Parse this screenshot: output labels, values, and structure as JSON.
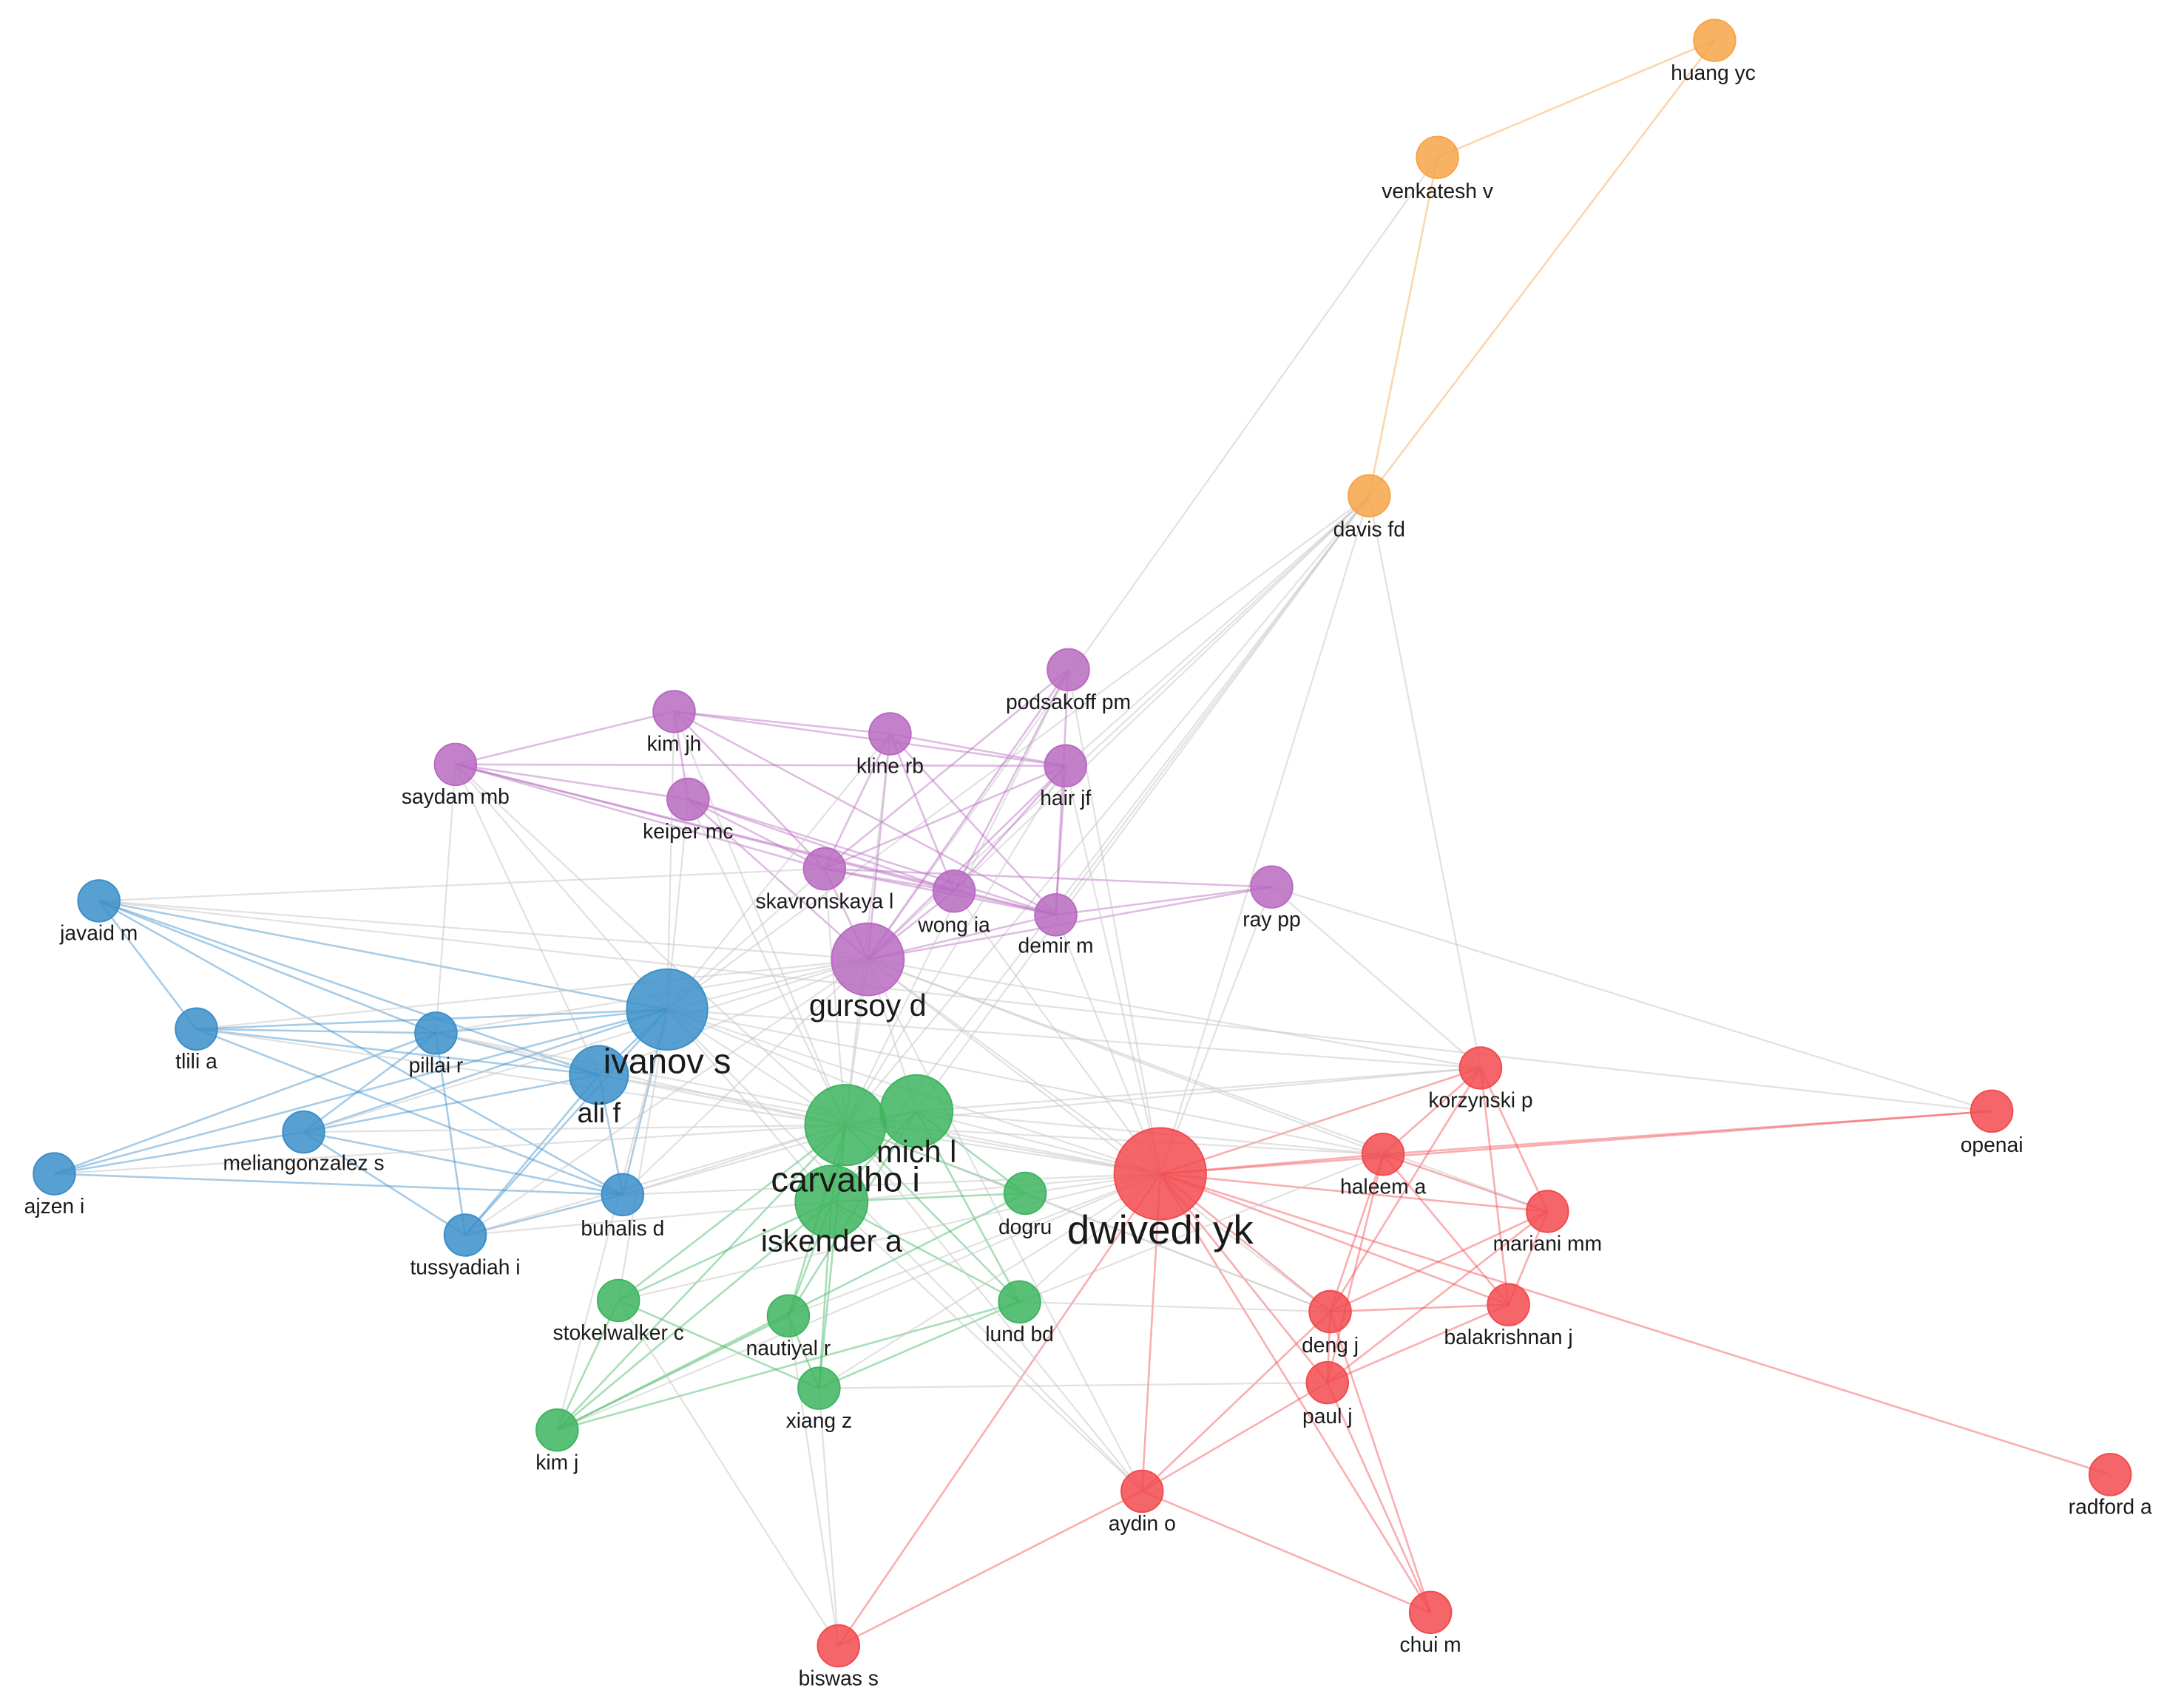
{
  "legend_colors": {
    "red": "#f24b4f",
    "green": "#3eb55f",
    "blue": "#3b8fc9",
    "purple": "#b86bc1",
    "orange": "#f7a449",
    "grey_edge": "#c8c8c8"
  },
  "nodes": [
    {
      "id": "huang_yc",
      "label": "huang yc",
      "cluster": "orange",
      "weight": 1
    },
    {
      "id": "venkatesh_v",
      "label": "venkatesh v",
      "cluster": "orange",
      "weight": 1
    },
    {
      "id": "davis_fd",
      "label": "davis fd",
      "cluster": "orange",
      "weight": 1
    },
    {
      "id": "podsakoff_pm",
      "label": "podsakoff pm",
      "cluster": "purple",
      "weight": 1
    },
    {
      "id": "kim_jh",
      "label": "kim jh",
      "cluster": "purple",
      "weight": 1
    },
    {
      "id": "kline_rb",
      "label": "kline rb",
      "cluster": "purple",
      "weight": 1
    },
    {
      "id": "hair_jf",
      "label": "hair jf",
      "cluster": "purple",
      "weight": 1
    },
    {
      "id": "saydam_mb",
      "label": "saydam mb",
      "cluster": "purple",
      "weight": 1
    },
    {
      "id": "keiper_mc",
      "label": "keiper mc",
      "cluster": "purple",
      "weight": 1
    },
    {
      "id": "skavronskaya_l",
      "label": "skavronskaya l",
      "cluster": "purple",
      "weight": 1
    },
    {
      "id": "wong_ia",
      "label": "wong ia",
      "cluster": "purple",
      "weight": 1
    },
    {
      "id": "ray_pp",
      "label": "ray pp",
      "cluster": "purple",
      "weight": 1
    },
    {
      "id": "demir_m",
      "label": "demir m",
      "cluster": "purple",
      "weight": 1
    },
    {
      "id": "gursoy_d",
      "label": "gursoy d",
      "cluster": "purple",
      "weight": 2
    },
    {
      "id": "javaid_m",
      "label": "javaid m",
      "cluster": "blue",
      "weight": 1
    },
    {
      "id": "ivanov_s",
      "label": "ivanov s",
      "cluster": "blue",
      "weight": 3
    },
    {
      "id": "tlili_a",
      "label": "tlili a",
      "cluster": "blue",
      "weight": 1
    },
    {
      "id": "pillai_r",
      "label": "pillai r",
      "cluster": "blue",
      "weight": 1
    },
    {
      "id": "ali_f",
      "label": "ali f",
      "cluster": "blue",
      "weight": 1.5
    },
    {
      "id": "meliangonzalez_s",
      "label": "meliangonzalez s",
      "cluster": "blue",
      "weight": 1
    },
    {
      "id": "ajzen_i",
      "label": "ajzen i",
      "cluster": "blue",
      "weight": 1
    },
    {
      "id": "buhalis_d",
      "label": "buhalis d",
      "cluster": "blue",
      "weight": 1
    },
    {
      "id": "tussyadiah_i",
      "label": "tussyadiah i",
      "cluster": "blue",
      "weight": 1
    },
    {
      "id": "carvalho_i",
      "label": "carvalho i",
      "cluster": "green",
      "weight": 3
    },
    {
      "id": "mich_l",
      "label": "mich l",
      "cluster": "green",
      "weight": 2
    },
    {
      "id": "iskender_a",
      "label": "iskender a",
      "cluster": "green",
      "weight": 2
    },
    {
      "id": "dogru",
      "label": "dogru",
      "cluster": "green",
      "weight": 1
    },
    {
      "id": "stokelwalker_c",
      "label": "stokelwalker c",
      "cluster": "green",
      "weight": 1
    },
    {
      "id": "nautiyal_r",
      "label": "nautiyal r",
      "cluster": "green",
      "weight": 1
    },
    {
      "id": "lund_bd",
      "label": "lund bd",
      "cluster": "green",
      "weight": 1
    },
    {
      "id": "xiang_z",
      "label": "xiang z",
      "cluster": "green",
      "weight": 1
    },
    {
      "id": "kim_j",
      "label": "kim j",
      "cluster": "green",
      "weight": 1
    },
    {
      "id": "dwivedi_yk",
      "label": "dwivedi yk",
      "cluster": "red",
      "weight": 4
    },
    {
      "id": "korzynski_p",
      "label": "korzynski p",
      "cluster": "red",
      "weight": 1
    },
    {
      "id": "openai",
      "label": "openai",
      "cluster": "red",
      "weight": 1
    },
    {
      "id": "haleem_a",
      "label": "haleem a",
      "cluster": "red",
      "weight": 1
    },
    {
      "id": "mariani_mm",
      "label": "mariani mm",
      "cluster": "red",
      "weight": 1
    },
    {
      "id": "deng_j",
      "label": "deng j",
      "cluster": "red",
      "weight": 1
    },
    {
      "id": "balakrishnan_j",
      "label": "balakrishnan j",
      "cluster": "red",
      "weight": 1
    },
    {
      "id": "paul_j",
      "label": "paul j",
      "cluster": "red",
      "weight": 1
    },
    {
      "id": "aydin_o",
      "label": "aydin o",
      "cluster": "red",
      "weight": 1
    },
    {
      "id": "radford_a",
      "label": "radford a",
      "cluster": "red",
      "weight": 1
    },
    {
      "id": "chui_m",
      "label": "chui m",
      "cluster": "red",
      "weight": 1
    },
    {
      "id": "biswas_s",
      "label": "biswas s",
      "cluster": "red",
      "weight": 1
    }
  ],
  "edges": [
    [
      "huang_yc",
      "venkatesh_v"
    ],
    [
      "huang_yc",
      "davis_fd"
    ],
    [
      "venkatesh_v",
      "davis_fd"
    ],
    [
      "venkatesh_v",
      "gursoy_d"
    ],
    [
      "davis_fd",
      "gursoy_d"
    ],
    [
      "davis_fd",
      "dwivedi_yk"
    ],
    [
      "davis_fd",
      "carvalho_i"
    ],
    [
      "davis_fd",
      "ivanov_s"
    ],
    [
      "davis_fd",
      "korzynski_p"
    ],
    [
      "davis_fd",
      "demir_m"
    ],
    [
      "davis_fd",
      "wong_ia"
    ],
    [
      "podsakoff_pm",
      "skavronskaya_l"
    ],
    [
      "podsakoff_pm",
      "wong_ia"
    ],
    [
      "podsakoff_pm",
      "gursoy_d"
    ],
    [
      "podsakoff_pm",
      "demir_m"
    ],
    [
      "kim_jh",
      "saydam_mb"
    ],
    [
      "kim_jh",
      "keiper_mc"
    ],
    [
      "kim_jh",
      "skavronskaya_l"
    ],
    [
      "kim_jh",
      "kline_rb"
    ],
    [
      "kim_jh",
      "hair_jf"
    ],
    [
      "kim_jh",
      "demir_m"
    ],
    [
      "kline_rb",
      "hair_jf"
    ],
    [
      "kline_rb",
      "wong_ia"
    ],
    [
      "kline_rb",
      "gursoy_d"
    ],
    [
      "kline_rb",
      "demir_m"
    ],
    [
      "kline_rb",
      "skavronskaya_l"
    ],
    [
      "hair_jf",
      "demir_m"
    ],
    [
      "hair_jf",
      "wong_ia"
    ],
    [
      "hair_jf",
      "gursoy_d"
    ],
    [
      "hair_jf",
      "skavronskaya_l"
    ],
    [
      "saydam_mb",
      "keiper_mc"
    ],
    [
      "saydam_mb",
      "skavronskaya_l"
    ],
    [
      "saydam_mb",
      "wong_ia"
    ],
    [
      "saydam_mb",
      "demir_m"
    ],
    [
      "saydam_mb",
      "hair_jf"
    ],
    [
      "keiper_mc",
      "skavronskaya_l"
    ],
    [
      "keiper_mc",
      "gursoy_d"
    ],
    [
      "keiper_mc",
      "wong_ia"
    ],
    [
      "keiper_mc",
      "demir_m"
    ],
    [
      "skavronskaya_l",
      "gursoy_d"
    ],
    [
      "skavronskaya_l",
      "wong_ia"
    ],
    [
      "skavronskaya_l",
      "ray_pp"
    ],
    [
      "skavronskaya_l",
      "demir_m"
    ],
    [
      "wong_ia",
      "demir_m"
    ],
    [
      "wong_ia",
      "gursoy_d"
    ],
    [
      "ray_pp",
      "demir_m"
    ],
    [
      "ray_pp",
      "gursoy_d"
    ],
    [
      "demir_m",
      "gursoy_d"
    ],
    [
      "javaid_m",
      "ivanov_s"
    ],
    [
      "javaid_m",
      "ali_f"
    ],
    [
      "javaid_m",
      "tlili_a"
    ],
    [
      "javaid_m",
      "pillai_r"
    ],
    [
      "javaid_m",
      "buhalis_d"
    ],
    [
      "javaid_m",
      "skavronskaya_l"
    ],
    [
      "tlili_a",
      "ivanov_s"
    ],
    [
      "tlili_a",
      "pillai_r"
    ],
    [
      "tlili_a",
      "ali_f"
    ],
    [
      "tlili_a",
      "buhalis_d"
    ],
    [
      "pillai_r",
      "ivanov_s"
    ],
    [
      "pillai_r",
      "ali_f"
    ],
    [
      "pillai_r",
      "meliangonzalez_s"
    ],
    [
      "pillai_r",
      "tussyadiah_i"
    ],
    [
      "ivanov_s",
      "ali_f"
    ],
    [
      "ivanov_s",
      "meliangonzalez_s"
    ],
    [
      "ivanov_s",
      "buhalis_d"
    ],
    [
      "ivanov_s",
      "tussyadiah_i"
    ],
    [
      "ali_f",
      "meliangonzalez_s"
    ],
    [
      "ali_f",
      "buhalis_d"
    ],
    [
      "ali_f",
      "tussyadiah_i"
    ],
    [
      "meliangonzalez_s",
      "ajzen_i"
    ],
    [
      "meliangonzalez_s",
      "buhalis_d"
    ],
    [
      "meliangonzalez_s",
      "tussyadiah_i"
    ],
    [
      "ajzen_i",
      "ivanov_s"
    ],
    [
      "ajzen_i",
      "buhalis_d"
    ],
    [
      "ajzen_i",
      "pillai_r"
    ],
    [
      "buhalis_d",
      "tussyadiah_i"
    ],
    [
      "ivanov_s",
      "gursoy_d"
    ],
    [
      "ivanov_s",
      "carvalho_i"
    ],
    [
      "ivanov_s",
      "dwivedi_yk"
    ],
    [
      "ivanov_s",
      "mich_l"
    ],
    [
      "ivanov_s",
      "iskender_a"
    ],
    [
      "ali_f",
      "carvalho_i"
    ],
    [
      "ali_f",
      "gursoy_d"
    ],
    [
      "buhalis_d",
      "carvalho_i"
    ],
    [
      "tussyadiah_i",
      "carvalho_i"
    ],
    [
      "pillai_r",
      "gursoy_d"
    ],
    [
      "carvalho_i",
      "mich_l"
    ],
    [
      "carvalho_i",
      "iskender_a"
    ],
    [
      "carvalho_i",
      "dogru"
    ],
    [
      "carvalho_i",
      "stokelwalker_c"
    ],
    [
      "carvalho_i",
      "nautiyal_r"
    ],
    [
      "carvalho_i",
      "lund_bd"
    ],
    [
      "carvalho_i",
      "xiang_z"
    ],
    [
      "carvalho_i",
      "kim_j"
    ],
    [
      "mich_l",
      "iskender_a"
    ],
    [
      "mich_l",
      "dogru"
    ],
    [
      "mich_l",
      "lund_bd"
    ],
    [
      "mich_l",
      "nautiyal_r"
    ],
    [
      "iskender_a",
      "dogru"
    ],
    [
      "iskender_a",
      "stokelwalker_c"
    ],
    [
      "iskender_a",
      "nautiyal_r"
    ],
    [
      "iskender_a",
      "lund_bd"
    ],
    [
      "iskender_a",
      "xiang_z"
    ],
    [
      "iskender_a",
      "kim_j"
    ],
    [
      "stokelwalker_c",
      "kim_j"
    ],
    [
      "stokelwalker_c",
      "xiang_z"
    ],
    [
      "nautiyal_r",
      "xiang_z"
    ],
    [
      "nautiyal_r",
      "kim_j"
    ],
    [
      "lund_bd",
      "xiang_z"
    ],
    [
      "lund_bd",
      "kim_j"
    ],
    [
      "dogru",
      "kim_j"
    ],
    [
      "carvalho_i",
      "gursoy_d"
    ],
    [
      "carvalho_i",
      "dwivedi_yk"
    ],
    [
      "mich_l",
      "gursoy_d"
    ],
    [
      "mich_l",
      "dwivedi_yk"
    ],
    [
      "iskender_a",
      "dwivedi_yk"
    ],
    [
      "gursoy_d",
      "dwivedi_yk"
    ],
    [
      "dwivedi_yk",
      "korzynski_p"
    ],
    [
      "dwivedi_yk",
      "openai"
    ],
    [
      "dwivedi_yk",
      "haleem_a"
    ],
    [
      "dwivedi_yk",
      "mariani_mm"
    ],
    [
      "dwivedi_yk",
      "deng_j"
    ],
    [
      "dwivedi_yk",
      "balakrishnan_j"
    ],
    [
      "dwivedi_yk",
      "paul_j"
    ],
    [
      "dwivedi_yk",
      "aydin_o"
    ],
    [
      "dwivedi_yk",
      "radford_a"
    ],
    [
      "dwivedi_yk",
      "chui_m"
    ],
    [
      "dwivedi_yk",
      "biswas_s"
    ],
    [
      "korzynski_p",
      "haleem_a"
    ],
    [
      "korzynski_p",
      "mariani_mm"
    ],
    [
      "korzynski_p",
      "deng_j"
    ],
    [
      "korzynski_p",
      "balakrishnan_j"
    ],
    [
      "haleem_a",
      "openai"
    ],
    [
      "haleem_a",
      "mariani_mm"
    ],
    [
      "haleem_a",
      "deng_j"
    ],
    [
      "haleem_a",
      "paul_j"
    ],
    [
      "haleem_a",
      "balakrishnan_j"
    ],
    [
      "mariani_mm",
      "deng_j"
    ],
    [
      "mariani_mm",
      "balakrishnan_j"
    ],
    [
      "mariani_mm",
      "paul_j"
    ],
    [
      "deng_j",
      "balakrishnan_j"
    ],
    [
      "deng_j",
      "paul_j"
    ],
    [
      "deng_j",
      "aydin_o"
    ],
    [
      "deng_j",
      "chui_m"
    ],
    [
      "balakrishnan_j",
      "paul_j"
    ],
    [
      "paul_j",
      "aydin_o"
    ],
    [
      "paul_j",
      "chui_m"
    ],
    [
      "aydin_o",
      "chui_m"
    ],
    [
      "aydin_o",
      "biswas_s"
    ],
    [
      "gursoy_d",
      "korzynski_p"
    ],
    [
      "gursoy_d",
      "haleem_a"
    ],
    [
      "carvalho_i",
      "korzynski_p"
    ],
    [
      "carvalho_i",
      "haleem_a"
    ],
    [
      "ivanov_s",
      "korzynski_p"
    ],
    [
      "ivanov_s",
      "haleem_a"
    ],
    [
      "demir_m",
      "dwivedi_yk"
    ],
    [
      "wong_ia",
      "dwivedi_yk"
    ],
    [
      "ray_pp",
      "dwivedi_yk"
    ],
    [
      "ray_pp",
      "korzynski_p"
    ],
    [
      "skavronskaya_l",
      "carvalho_i"
    ],
    [
      "skavronskaya_l",
      "ivanov_s"
    ],
    [
      "saydam_mb",
      "ivanov_s"
    ],
    [
      "saydam_mb",
      "carvalho_i"
    ],
    [
      "saydam_mb",
      "ali_f"
    ],
    [
      "saydam_mb",
      "pillai_r"
    ],
    [
      "kim_jh",
      "ivanov_s"
    ],
    [
      "kim_jh",
      "carvalho_i"
    ],
    [
      "keiper_mc",
      "ivanov_s"
    ],
    [
      "keiper_mc",
      "carvalho_i"
    ],
    [
      "kline_rb",
      "carvalho_i"
    ],
    [
      "kline_rb",
      "ivanov_s"
    ],
    [
      "hair_jf",
      "carvalho_i"
    ],
    [
      "hair_jf",
      "dwivedi_yk"
    ],
    [
      "podsakoff_pm",
      "carvalho_i"
    ],
    [
      "podsakoff_pm",
      "dwivedi_yk"
    ],
    [
      "pillai_r",
      "carvalho_i"
    ],
    [
      "pillai_r",
      "dwivedi_yk"
    ],
    [
      "tlili_a",
      "carvalho_i"
    ],
    [
      "tlili_a",
      "gursoy_d"
    ],
    [
      "javaid_m",
      "gursoy_d"
    ],
    [
      "javaid_m",
      "openai"
    ],
    [
      "meliangonzalez_s",
      "carvalho_i"
    ],
    [
      "meliangonzalez_s",
      "gursoy_d"
    ],
    [
      "buhalis_d",
      "gursoy_d"
    ],
    [
      "buhalis_d",
      "dwivedi_yk"
    ],
    [
      "buhalis_d",
      "mich_l"
    ],
    [
      "tussyadiah_i",
      "gursoy_d"
    ],
    [
      "tussyadiah_i",
      "iskender_a"
    ],
    [
      "ajzen_i",
      "carvalho_i"
    ],
    [
      "stokelwalker_c",
      "dwivedi_yk"
    ],
    [
      "stokelwalker_c",
      "ivanov_s"
    ],
    [
      "stokelwalker_c",
      "biswas_s"
    ],
    [
      "nautiyal_r",
      "dwivedi_yk"
    ],
    [
      "xiang_z",
      "dwivedi_yk"
    ],
    [
      "kim_j",
      "ivanov_s"
    ],
    [
      "kim_j",
      "dwivedi_yk"
    ],
    [
      "lund_bd",
      "dwivedi_yk"
    ],
    [
      "lund_bd",
      "haleem_a"
    ],
    [
      "lund_bd",
      "deng_j"
    ],
    [
      "dogru",
      "dwivedi_yk"
    ],
    [
      "dogru",
      "deng_j"
    ],
    [
      "xiang_z",
      "paul_j"
    ],
    [
      "xiang_z",
      "biswas_s"
    ],
    [
      "nautiyal_r",
      "biswas_s"
    ],
    [
      "gursoy_d",
      "deng_j"
    ],
    [
      "gursoy_d",
      "mariani_mm"
    ],
    [
      "gursoy_d",
      "aydin_o"
    ],
    [
      "mich_l",
      "korzynski_p"
    ],
    [
      "mich_l",
      "haleem_a"
    ],
    [
      "carvalho_i",
      "deng_j"
    ],
    [
      "carvalho_i",
      "aydin_o"
    ],
    [
      "ivanov_s",
      "aydin_o"
    ],
    [
      "iskender_a",
      "aydin_o"
    ],
    [
      "davis_fd",
      "mich_l"
    ],
    [
      "davis_fd",
      "iskender_a"
    ],
    [
      "davis_fd",
      "hair_jf"
    ],
    [
      "ray_pp",
      "openai"
    ],
    [
      "ali_f",
      "dwivedi_yk"
    ]
  ]
}
